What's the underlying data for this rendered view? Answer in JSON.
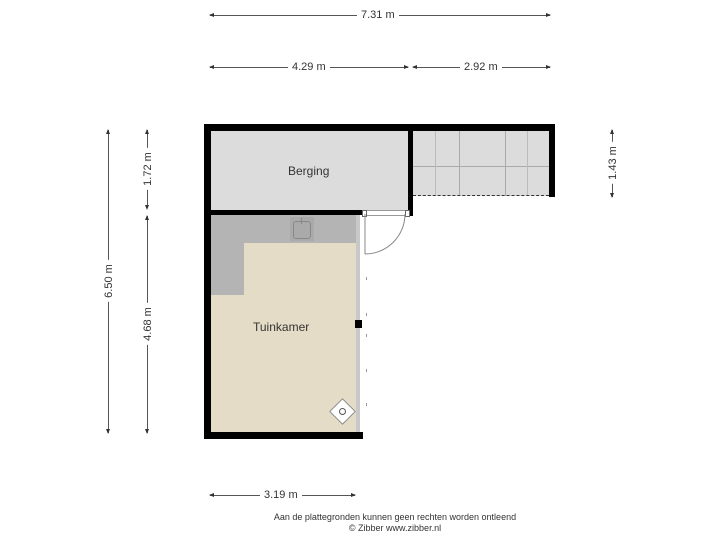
{
  "dimensions": {
    "top_total": "7.31 m",
    "top_left": "4.29 m",
    "top_right": "2.92 m",
    "left_total": "6.50 m",
    "left_upper": "1.72 m",
    "left_lower": "4.68 m",
    "right": "1.43 m",
    "bottom": "3.19 m"
  },
  "rooms": {
    "storage": {
      "label": "Berging",
      "color": "#dcdcdc"
    },
    "garden_room": {
      "label": "Tuinkamer",
      "color": "#e4dcc6"
    },
    "terrace": {
      "color": "#dcdcdc"
    },
    "kitchen_counter": {
      "color": "#b4b4b4"
    }
  },
  "footer": {
    "disclaimer": "Aan de plattegronden kunnen geen rechten worden ontleend",
    "copyright": "© Zibber www.zibber.nl"
  }
}
